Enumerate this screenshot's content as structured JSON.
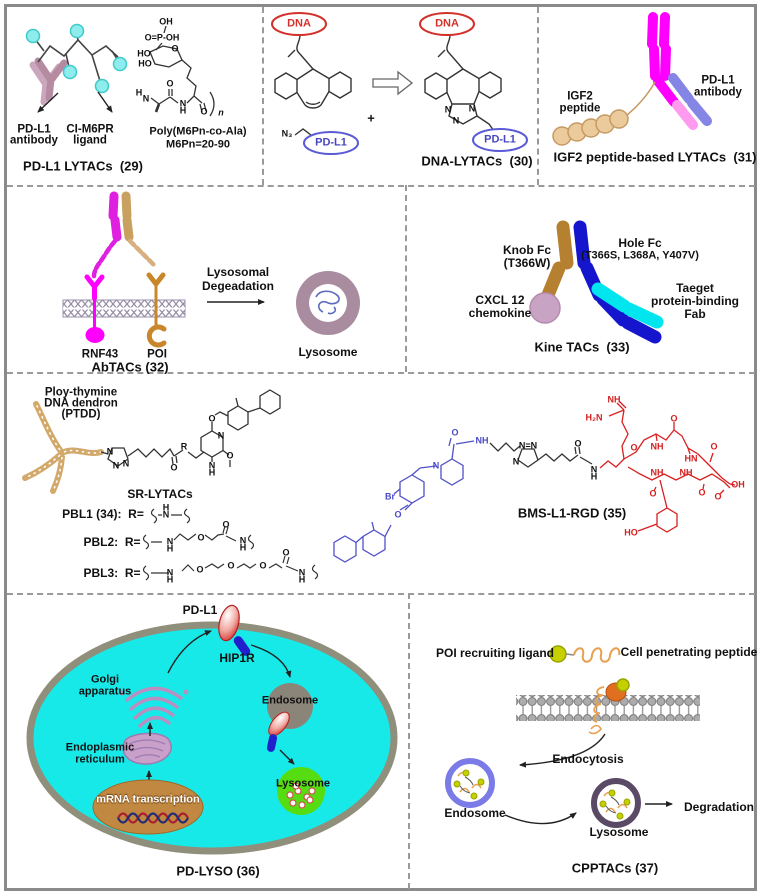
{
  "figure": {
    "background": "#ffffff",
    "border_color": "#8a8a8a",
    "dash_color": "#9a9a9a"
  },
  "colors": {
    "magenta": "#FF00FF",
    "pink": "#FF9BEF",
    "violet": "#8585E6",
    "plum_antibody": "#BC92A8",
    "cyan_ball": "#8FECEC",
    "gold": "#C8872B",
    "knob_tan": "#B5802F",
    "hole_blue": "#1515CE",
    "fab_cyan": "#00E5EE",
    "cxcl_plum": "#C9A3C3",
    "lysosome_ring": "#A98CA0",
    "dna_red": "#D4302A",
    "pdl1_blue": "#4646C0",
    "dendron_tan": "#D2A96A",
    "chem_blue": "#5050C8",
    "chem_red": "#D92020",
    "cell_cyan": "#17E9E9",
    "cell_border": "#8F8F7B",
    "organelle_plum": "#C9A0C9",
    "mrna_tan": "#C08840",
    "endosome_gray": "#8A8578",
    "lysosome_green": "#55DD11",
    "hip1r_blue": "#2020CC",
    "poi_yellow": "#C6CF00",
    "cpp_orange": "#E8A050",
    "endo_ring": "#7B7BE8",
    "lyso_ring_dark": "#5A4A66"
  },
  "p29": {
    "title": "PD-L1 LYTACs  (29)",
    "antibody1": "PD-L1",
    "antibody2": "antibody",
    "ligand1": "CI-M6PR",
    "ligand2": "ligand",
    "poly": "Poly(M6Pn-co-Ala)",
    "poly_sub": "M6Pn=20-90",
    "atoms": {
      "oh": "OH",
      "p": "O=P-OH",
      "ho1": "HO",
      "ho2": "HO",
      "o_ring": "O",
      "h1": "H",
      "n1": "N",
      "o1": "O",
      "n2": "N",
      "h2": "H",
      "o2": "O",
      "rep": "n"
    }
  },
  "p30": {
    "title": "DNA-LYTACs  (30)",
    "dna": "DNA",
    "pdl1": "PD-L1",
    "plus": "+",
    "azide": "N₃",
    "n1": "N",
    "n2": "N",
    "n3": "N"
  },
  "p31": {
    "title": "IGF2 peptide-based LYTACs  (31)",
    "pep1": "IGF2",
    "pep2": "peptide",
    "ab1": "PD-L1",
    "ab2": "antibody"
  },
  "p32": {
    "title": "AbTACs (32)",
    "rnf43": "RNF43",
    "poi": "POI",
    "proc1": "Lysosomal",
    "proc2": "Degeadation",
    "lysosome": "Lysosome"
  },
  "p33": {
    "title": "Kine TACs  (33)",
    "knob1": "Knob Fc",
    "knob2": "(T366W)",
    "hole1": "Hole Fc",
    "hole2": "(T366S, L368A, Y407V)",
    "cxcl1": "CXCL 12",
    "cxcl2": "chemokine",
    "fab1": "Taeget",
    "fab2": "protein-binding",
    "fab3": "Fab"
  },
  "p34": {
    "title": "SR-LYTACs",
    "dendron1": "Ploy-thymine",
    "dendron2": "DNA dendron",
    "dendron3": "(PTDD)",
    "pbl1": "PBL1 (34):  R=",
    "pbl2": "PBL2:  R=",
    "pbl3": "PBL3:  R=",
    "atoms": {
      "n1": "N",
      "n2": "N",
      "n3": "N",
      "o_c": "O",
      "r": "R",
      "n_py": "N",
      "o_me": "O",
      "o_bn": "O",
      "n_am": "N",
      "h_am": "H",
      "p1h": "H",
      "p1n": "N",
      "p2n1": "N",
      "p2h1": "H",
      "p2o1": "O",
      "p2o2": "O",
      "p2n2": "N",
      "p2h2": "H",
      "p3n1": "N",
      "p3h1": "H",
      "p3o1": "O",
      "p3o2": "O",
      "p3o3": "O",
      "p3o4": "O",
      "p3n2": "N",
      "p3h2": "H"
    }
  },
  "p35": {
    "title": "BMS-L1-RGD (35)",
    "blue": {
      "br": "Br",
      "n": "N",
      "o": "O",
      "nh": "NH",
      "o2": "O"
    },
    "black": {
      "nn": "N=N",
      "n": "N",
      "o": "O",
      "n2": "N",
      "h2": "H"
    },
    "red": {
      "nh_top": "NH",
      "h2n": "H₂N",
      "o1": "O",
      "nh1": "NH",
      "o2": "O",
      "hn": "HN",
      "o3": "O",
      "nh2": "NH",
      "nh3": "NH",
      "o4": "O",
      "o5": "O",
      "oh": "OH",
      "o6": "O",
      "ho": "HO"
    }
  },
  "p36": {
    "title": "PD-LYSO (36)",
    "pdl1": "PD-L1",
    "hip1r": "HIP1R",
    "golgi1": "Golgi",
    "golgi2": "apparatus",
    "er1": "Endoplasmic",
    "er2": "reticulum",
    "mrna": "mRNA transcription",
    "endosome": "Endosome",
    "lysosome": "Lysosome"
  },
  "p37": {
    "title": "CPPTACs (37)",
    "poi": "POI recruiting ligand",
    "cpp": "Cell penetrating peptide",
    "endocytosis": "Endocytosis",
    "endosome": "Endosome",
    "lysosome": "Lysosome",
    "degradation": "Degradation"
  }
}
